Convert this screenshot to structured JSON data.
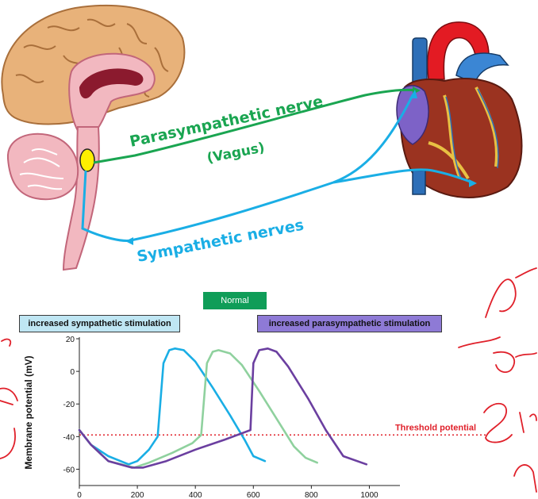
{
  "diagram": {
    "parasympathetic_label": "Parasympathetic nerve",
    "vagus_label": "(Vagus)",
    "sympathetic_label": "Sympathetic nerves"
  },
  "legend_boxes": {
    "normal": "Normal",
    "sympathetic": "increased sympathetic stimulation",
    "parasympathetic": "increased parasympathetic stimulation"
  },
  "chart_data": {
    "type": "line",
    "ylabel": "Membrane potential (mV)",
    "xlabel": "",
    "xlim": [
      0,
      1100
    ],
    "ylim": [
      -70,
      20
    ],
    "xticks": [
      0,
      200,
      400,
      600,
      800,
      1000
    ],
    "yticks": [
      20,
      0,
      -20,
      -40,
      -60
    ],
    "threshold": {
      "label": "Threshold potential",
      "value": -39
    },
    "series": [
      {
        "name": "increased sympathetic stimulation",
        "color": "#1aaee5",
        "points": [
          [
            0,
            -36
          ],
          [
            40,
            -45
          ],
          [
            100,
            -52
          ],
          [
            170,
            -57
          ],
          [
            200,
            -55
          ],
          [
            240,
            -48
          ],
          [
            270,
            -40
          ],
          [
            290,
            5
          ],
          [
            310,
            13
          ],
          [
            330,
            14
          ],
          [
            360,
            13
          ],
          [
            400,
            6
          ],
          [
            460,
            -10
          ],
          [
            520,
            -27
          ],
          [
            570,
            -42
          ],
          [
            600,
            -52
          ],
          [
            640,
            -55
          ]
        ]
      },
      {
        "name": "Normal",
        "color": "#8fd19e",
        "points": [
          [
            0,
            -36
          ],
          [
            40,
            -45
          ],
          [
            100,
            -55
          ],
          [
            190,
            -59
          ],
          [
            240,
            -56
          ],
          [
            320,
            -50
          ],
          [
            390,
            -44
          ],
          [
            420,
            -39
          ],
          [
            440,
            5
          ],
          [
            460,
            12
          ],
          [
            480,
            13
          ],
          [
            520,
            11
          ],
          [
            560,
            4
          ],
          [
            620,
            -12
          ],
          [
            680,
            -29
          ],
          [
            740,
            -46
          ],
          [
            780,
            -53
          ],
          [
            820,
            -56
          ]
        ]
      },
      {
        "name": "increased parasympathetic stimulation",
        "color": "#6b3fa0",
        "points": [
          [
            0,
            -36
          ],
          [
            40,
            -45
          ],
          [
            100,
            -55
          ],
          [
            180,
            -59
          ],
          [
            220,
            -59
          ],
          [
            300,
            -55
          ],
          [
            400,
            -48
          ],
          [
            500,
            -42
          ],
          [
            560,
            -38
          ],
          [
            590,
            -36
          ],
          [
            600,
            5
          ],
          [
            620,
            13
          ],
          [
            650,
            14
          ],
          [
            680,
            12
          ],
          [
            720,
            3
          ],
          [
            790,
            -17
          ],
          [
            850,
            -36
          ],
          [
            910,
            -52
          ],
          [
            990,
            -57
          ]
        ]
      }
    ]
  }
}
